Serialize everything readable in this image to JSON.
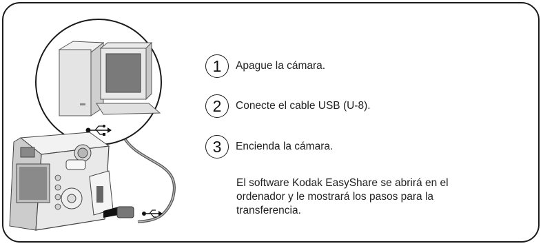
{
  "steps": [
    {
      "number": "1",
      "text": "Apague la cámara."
    },
    {
      "number": "2",
      "text": "Conecte el cable USB (U-8)."
    },
    {
      "number": "3",
      "text": "Encienda la cámara."
    }
  ],
  "note": "El software Kodak EasyShare se abrirá en el ordenador y le mostrará los pasos para la transferencia.",
  "colors": {
    "border": "#1a1a1a",
    "text": "#222222",
    "illustration_fill": "#d9d9d9",
    "screen": "#7a7a7a"
  },
  "icons": [
    "computer-illustration",
    "camera-illustration",
    "usb-icon",
    "usb-cable"
  ]
}
